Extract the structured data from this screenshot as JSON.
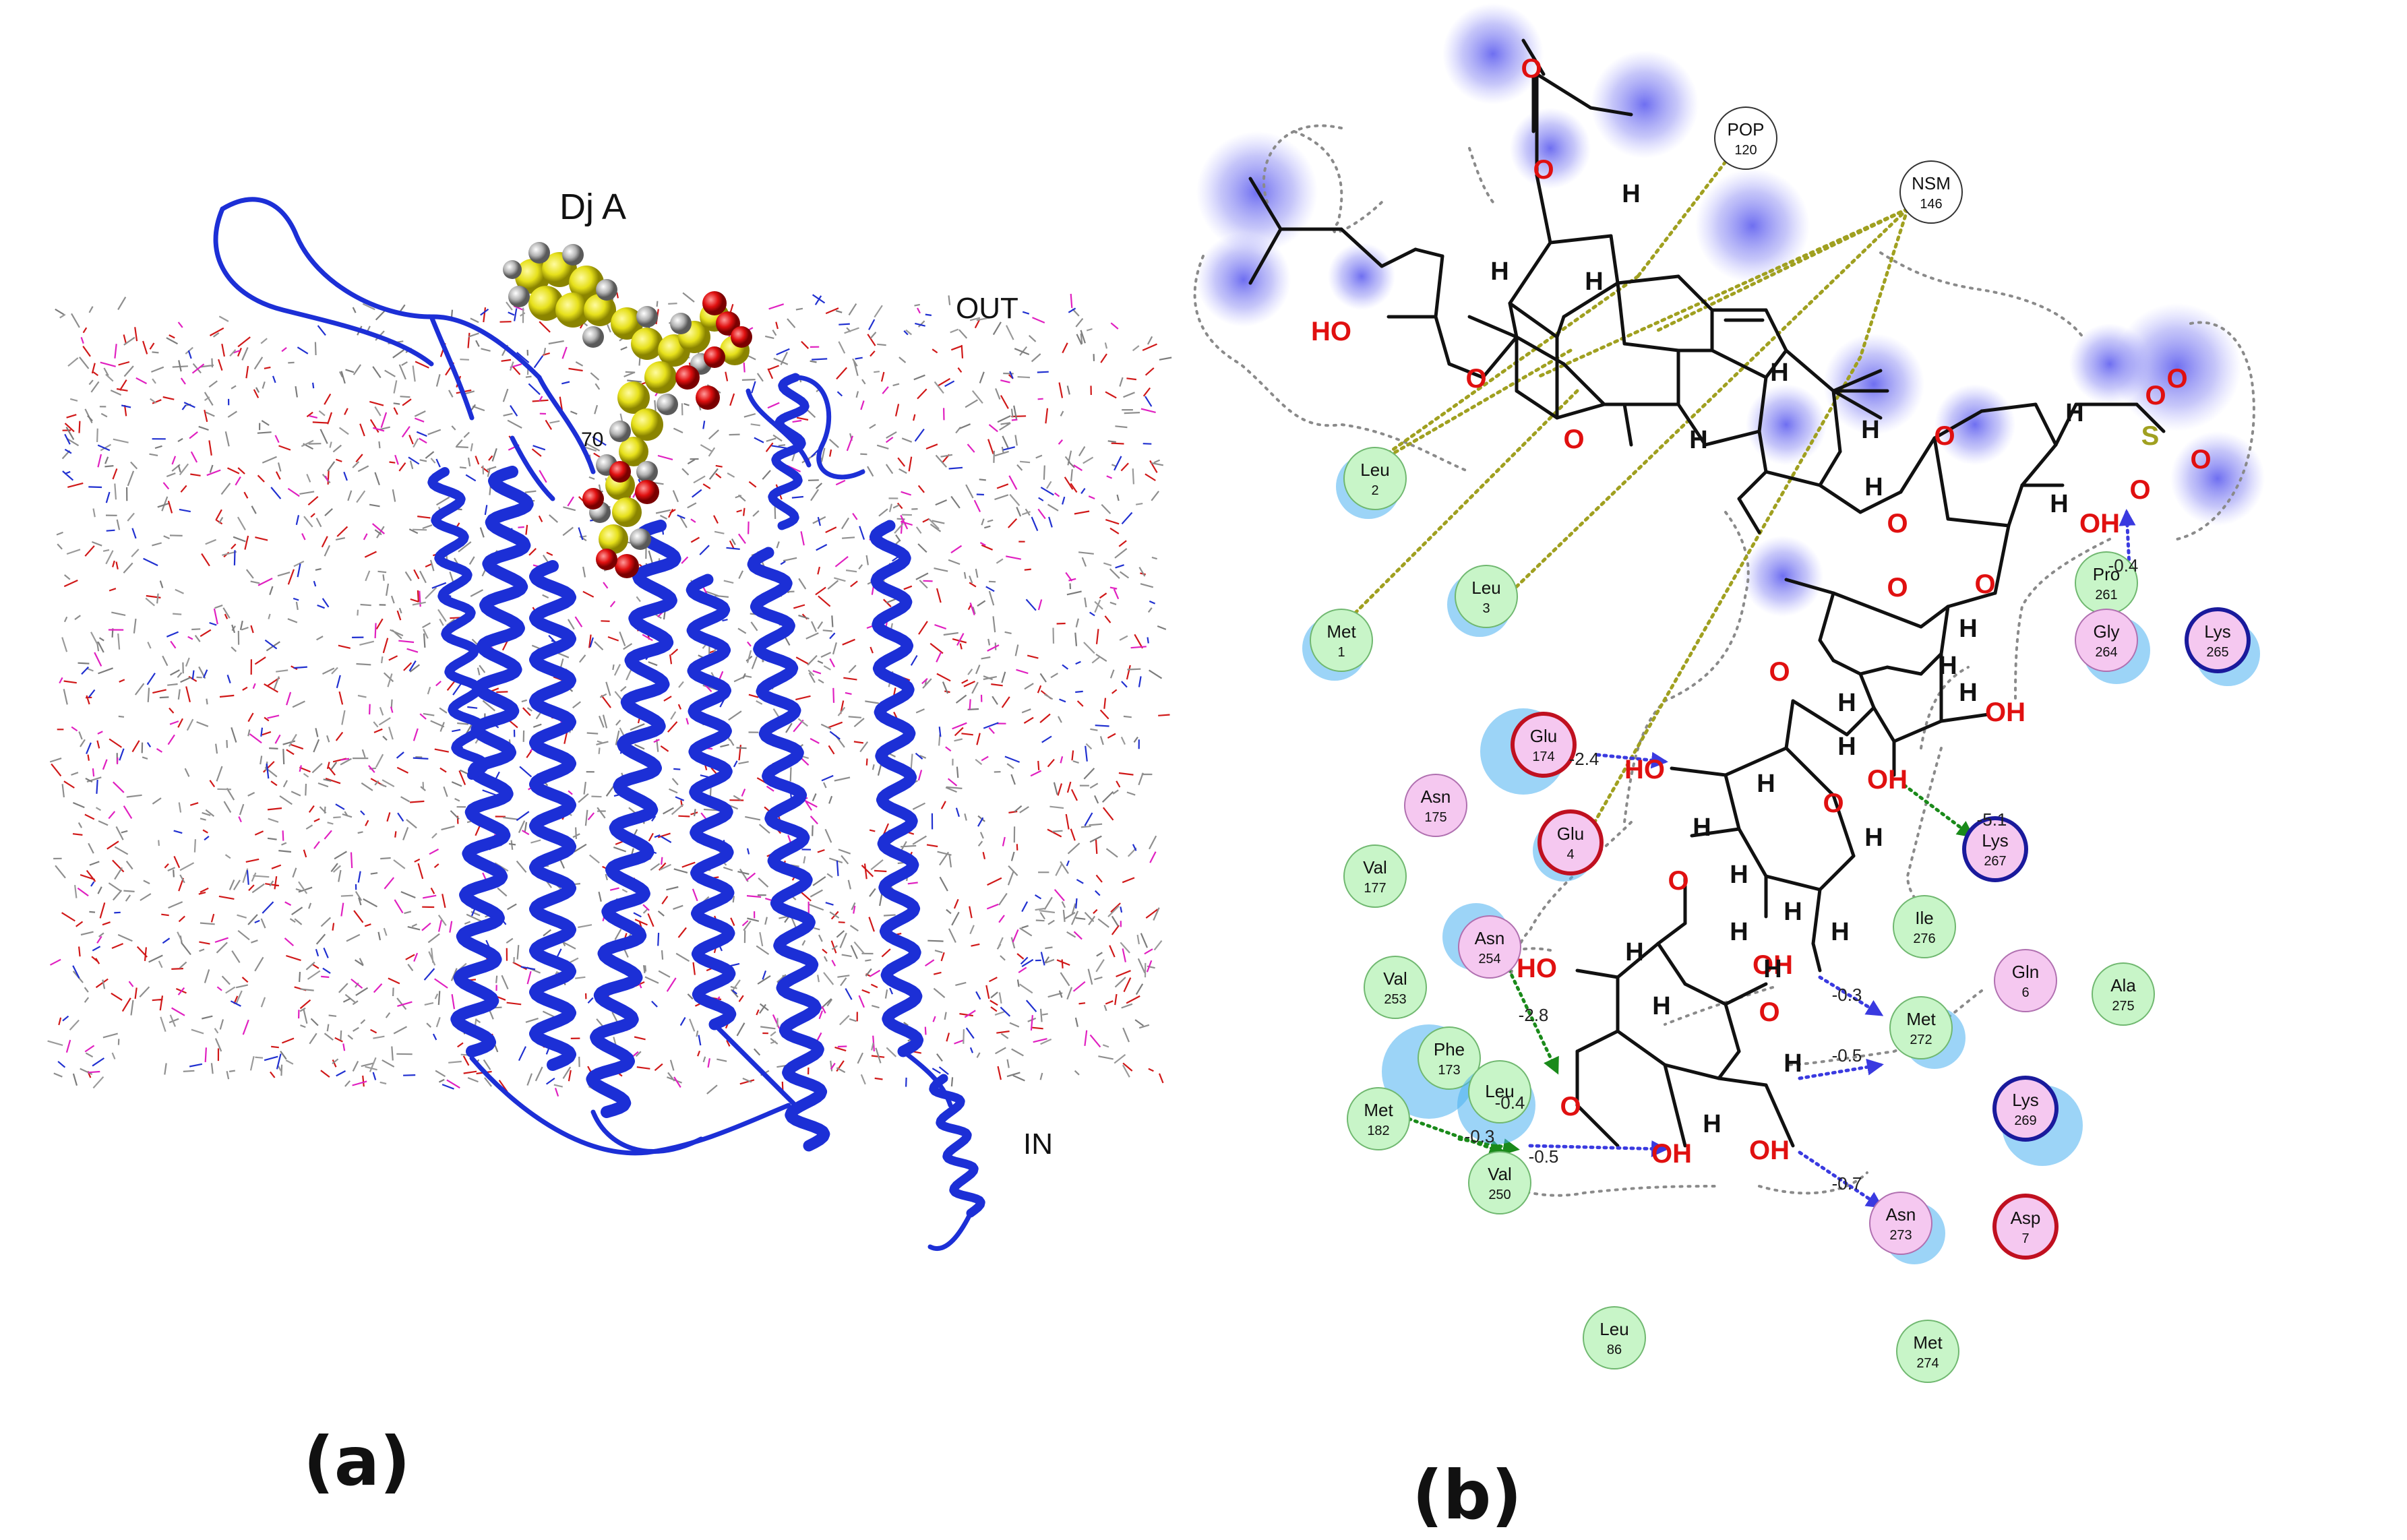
{
  "panel_a": {
    "caption": "(a)",
    "ligand_label": "Dj A",
    "out_label": "OUT",
    "in_label": "IN",
    "partial_label": "70",
    "colors": {
      "protein": "#1c2fd6",
      "lipid": "#8e8e8e",
      "ligand_carbon": "#e6e01a",
      "oxygen": "#e01010",
      "nitrogen": "#2030d0"
    }
  },
  "panel_b": {
    "caption": "(b)",
    "atoms": [
      {
        "id": "o-acetyl-carbonyl",
        "text": "O",
        "color": "red"
      },
      {
        "id": "o-acetyl-ester",
        "text": "O",
        "color": "red"
      },
      {
        "id": "oh-side",
        "text": "HO",
        "color": "red"
      },
      {
        "id": "o-lactone-ring",
        "text": "O",
        "color": "red"
      },
      {
        "id": "o-lactone-carbonyl",
        "text": "O",
        "color": "red"
      },
      {
        "id": "o-sulfate-minus",
        "text": "O",
        "color": "red"
      },
      {
        "id": "o-sulfate-a",
        "text": "O",
        "color": "red"
      },
      {
        "id": "s-sulfate",
        "text": "S",
        "color": "olive"
      },
      {
        "id": "o-sulfate-b",
        "text": "O",
        "color": "red"
      },
      {
        "id": "o-sulfate-c",
        "text": "O",
        "color": "red"
      },
      {
        "id": "o-xylose-ring",
        "text": "O",
        "color": "red"
      },
      {
        "id": "o-glycoside-1",
        "text": "O",
        "color": "red"
      },
      {
        "id": "oh-xylose",
        "text": "OH",
        "color": "red"
      },
      {
        "id": "o-glycoside-2",
        "text": "O",
        "color": "red"
      },
      {
        "id": "o-quinovose-ring",
        "text": "O",
        "color": "red"
      },
      {
        "id": "o-glycoside-3",
        "text": "O",
        "color": "red"
      },
      {
        "id": "oh-quinovose-1",
        "text": "OH",
        "color": "red"
      },
      {
        "id": "oh-quinovose-2",
        "text": "OH",
        "color": "red"
      },
      {
        "id": "ho-sugar3",
        "text": "HO",
        "color": "red"
      },
      {
        "id": "o-sugar3-ring",
        "text": "O",
        "color": "red"
      },
      {
        "id": "o-glycoside-4",
        "text": "O",
        "color": "red"
      },
      {
        "id": "oh-sugar3",
        "text": "OH",
        "color": "red"
      },
      {
        "id": "ho-sugar4",
        "text": "HO",
        "color": "red"
      },
      {
        "id": "o-sugar4-ring",
        "text": "O",
        "color": "red"
      },
      {
        "id": "o-sugar4-6",
        "text": "O",
        "color": "red"
      },
      {
        "id": "oh-sugar4-a",
        "text": "OH",
        "color": "red"
      },
      {
        "id": "oh-sugar4-b",
        "text": "OH",
        "color": "red"
      }
    ],
    "hydrogens": [
      "H",
      "H",
      "H",
      "H",
      "H",
      "H",
      "H",
      "H",
      "H",
      "H",
      "H",
      "H",
      "H",
      "H",
      "H",
      "H",
      "H",
      "H",
      "H",
      "H",
      "H",
      "H",
      "H",
      "H",
      "H",
      "H"
    ],
    "residues": [
      {
        "name": "POP",
        "num": "120",
        "type": "white"
      },
      {
        "name": "NSM",
        "num": "146",
        "type": "white"
      },
      {
        "name": "Leu",
        "num": "2",
        "type": "green"
      },
      {
        "name": "Leu",
        "num": "3",
        "type": "green"
      },
      {
        "name": "Met",
        "num": "1",
        "type": "green"
      },
      {
        "name": "Pro",
        "num": "261",
        "type": "green"
      },
      {
        "name": "Gly",
        "num": "264",
        "type": "pink"
      },
      {
        "name": "Lys",
        "num": "265",
        "type": "pink-blue"
      },
      {
        "name": "Glu",
        "num": "174",
        "type": "pink-red"
      },
      {
        "name": "Asn",
        "num": "175",
        "type": "pink"
      },
      {
        "name": "Glu",
        "num": "4",
        "type": "pink-red"
      },
      {
        "name": "Val",
        "num": "177",
        "type": "green"
      },
      {
        "name": "Lys",
        "num": "267",
        "type": "pink-blue"
      },
      {
        "name": "Ile",
        "num": "276",
        "type": "green"
      },
      {
        "name": "Asn",
        "num": "254",
        "type": "pink"
      },
      {
        "name": "Val",
        "num": "253",
        "type": "green"
      },
      {
        "name": "Gln",
        "num": "6",
        "type": "pink"
      },
      {
        "name": "Ala",
        "num": "275",
        "type": "green"
      },
      {
        "name": "Met",
        "num": "272",
        "type": "green"
      },
      {
        "name": "Phe",
        "num": "173",
        "type": "green"
      },
      {
        "name": "Leu",
        "num": "",
        "type": "green"
      },
      {
        "name": "Met",
        "num": "182",
        "type": "green"
      },
      {
        "name": "Val",
        "num": "250",
        "type": "green"
      },
      {
        "name": "Lys",
        "num": "269",
        "type": "pink-blue"
      },
      {
        "name": "Asn",
        "num": "273",
        "type": "pink"
      },
      {
        "name": "Asp",
        "num": "7",
        "type": "pink-red"
      },
      {
        "name": "Leu",
        "num": "86",
        "type": "green"
      },
      {
        "name": "Met",
        "num": "274",
        "type": "green"
      }
    ],
    "distances": [
      {
        "label": "-0.4"
      },
      {
        "label": "-2.4"
      },
      {
        "label": "-5.1"
      },
      {
        "label": "-0.3"
      },
      {
        "label": "-0.5"
      },
      {
        "label": "-2.8"
      },
      {
        "label": "-0.4"
      },
      {
        "label": "-0.3"
      },
      {
        "label": "-0.5"
      },
      {
        "label": "-0.7"
      }
    ],
    "colors": {
      "residue_green": "#c8f5c8",
      "residue_pink": "#f5c8f0",
      "residue_white": "#ffffff",
      "ring_blue": "#1a1a9c",
      "ring_red": "#c01020",
      "hbond_blue": "#3a3ae0",
      "hbond_green": "#1a8a1a",
      "hydrophobic_olive": "#a0a020",
      "pocket": "#8a8a8a",
      "exposure": "#7a7aee",
      "solvent": "#4ab0f0"
    }
  }
}
